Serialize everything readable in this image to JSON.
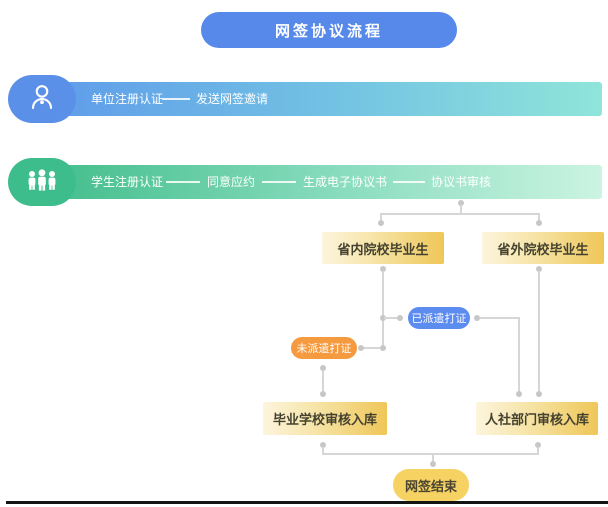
{
  "title": "网签协议流程",
  "unit_row": {
    "steps": [
      "单位注册认证",
      "发送网签邀请"
    ]
  },
  "student_row": {
    "steps": [
      "学生注册认证",
      "同意应约",
      "生成电子协议书",
      "协议书审核"
    ]
  },
  "branch": {
    "in_province": "省内院校毕业生",
    "out_province": "省外院校毕业生",
    "dispatched": "已派遣打证",
    "not_dispatched": "未派遣打证",
    "school_review": "毕业学校审核入库",
    "hr_review": "人社部门审核入库",
    "end": "网签结束"
  },
  "colors": {
    "title_blue": "#5689E9",
    "unit_bar_start": "#5E9BEA",
    "unit_bar_end": "#8FE5D9",
    "unit_icon_bg": "#5B90E9",
    "student_bar_start": "#41BD8A",
    "student_bar_end": "#CBF4E2",
    "student_icon_bg": "#3EBD8C",
    "yellow_box_start": "#FDF5DD",
    "yellow_box_end": "#EFC658",
    "blue_pill": "#5C8CF0",
    "orange_pill": "#F69A40",
    "end_pill": "#F5D262",
    "connector_gray": "#D6D6D6"
  },
  "icons": {
    "unit": "person-icon",
    "student": "group-icon"
  }
}
